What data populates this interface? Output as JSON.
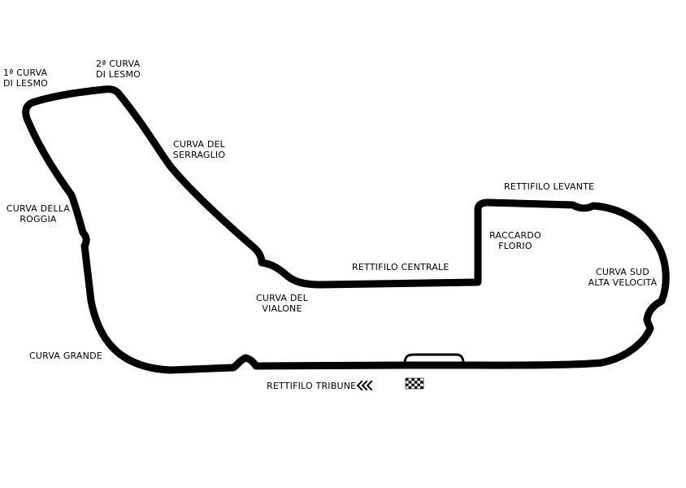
{
  "map": {
    "track_color": "#000000",
    "background_color": "#ffffff"
  },
  "labels": {
    "curva_1_lesmo": [
      "1ª CURVA",
      "DI LESMO"
    ],
    "curva_2_lesmo": [
      "2ª CURVA",
      "DI LESMO"
    ],
    "curva_serraglio": [
      "CURVA DEL",
      "SERRAGLIO"
    ],
    "curva_roggia": [
      "CURVA DELLA",
      "ROGGIA"
    ],
    "rettifilo_levante": "RETTIFILO LEVANTE",
    "raccordo_florio": [
      "RACCARDO",
      "FLORIO"
    ],
    "rettifilo_centrale": "RETTIFILO CENTRALE",
    "curva_sud": [
      "CURVA SUD",
      "ALTA VELOCITÀ"
    ],
    "curva_vialone": [
      "CURVA DEL",
      "VIALONE"
    ],
    "curva_grande": "CURVA GRANDE",
    "rettifilo_tribune": "RETTIFILO TRIBUNE"
  },
  "icons": {
    "direction": "direction-arrows-icon",
    "finish": "checkered-flag-icon"
  }
}
